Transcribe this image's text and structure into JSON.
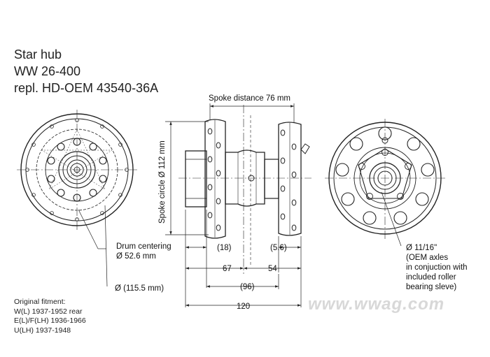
{
  "title": {
    "line1": "Star hub",
    "line2": "WW 26-400",
    "line3": "repl. HD-OEM 43540-36A"
  },
  "labels": {
    "spoke_distance": "Spoke distance 76 mm",
    "spoke_circle": "Spoke circle Ø 112 mm",
    "drum_centering_1": "Drum centering",
    "drum_centering_2": "Ø 52.6 mm",
    "dia_115": "Ø (115.5 mm)",
    "dim_18": "(18)",
    "dim_5_6": "(5.6)",
    "dim_67": "67",
    "dim_54": "54",
    "dim_96": "(96)",
    "dim_120": "120"
  },
  "axle_note": {
    "line1": "Ø 11/16\"",
    "line2": "(OEM axles",
    "line3": "in conjuction with",
    "line4": "included roller",
    "line5": "bearing sleve)"
  },
  "fitment": {
    "heading": "Original fitment:",
    "line1": "W(L) 1937-1952 rear",
    "line2": "E(L)/F(LH) 1936-1966",
    "line3": "U(LH) 1937-1948"
  },
  "watermark": "www.wwag.com",
  "colors": {
    "line": "#222222",
    "watermark": "#d8d8d8"
  }
}
